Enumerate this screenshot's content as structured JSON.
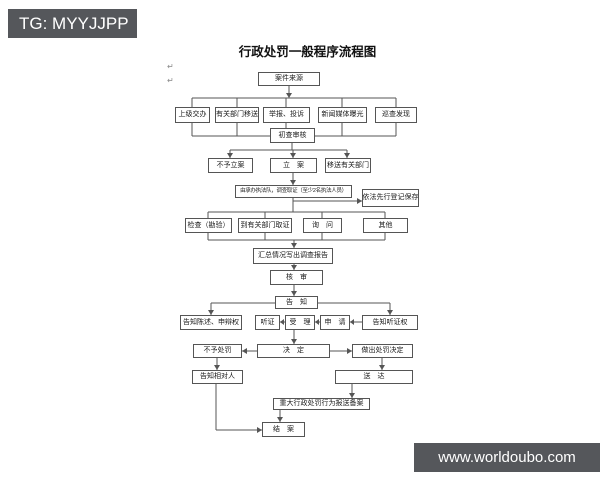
{
  "watermark_top": "TG: MYYJJPP",
  "watermark_bottom": "www.worldoubo.com",
  "title": "行政处罚一般程序流程图",
  "paragraph_mark": "↵",
  "nodes": {
    "case_source": "案件来源",
    "superior_assign": "上级交办",
    "dept_transfer_in": "有关部门移送",
    "report_complaint": "举报、投诉",
    "media_exposure": "新闻媒体曝光",
    "patrol_found": "巡查发现",
    "initial_review": "初查审核",
    "no_filing": "不予立案",
    "filing": "立　案",
    "transfer_out": "移送有关部门",
    "investigate": "由承办执法队，调查取证（至少2名执法人员）",
    "register_preserve": "依法先行登记保存",
    "inspect_survey": "检查（勘验）",
    "dept_evidence": "到有关部门取证",
    "inquiry": "询　问",
    "other": "其他",
    "summary_report": "汇总情况写出调查报告",
    "review": "核　审",
    "notify": "告　知",
    "notify_statement_rights": "告知陈述、申辩权",
    "hearing": "听证",
    "accept": "受　理",
    "apply": "申　请",
    "notify_hearing_right": "告知听证权",
    "decision": "决　定",
    "no_penalty": "不予处罚",
    "make_penalty_decision": "做出处罚决定",
    "notify_party": "告知相对人",
    "deliver": "送　达",
    "major_penalty_record": "重大行政处罚行为报送备案",
    "close_case": "结　案"
  }
}
